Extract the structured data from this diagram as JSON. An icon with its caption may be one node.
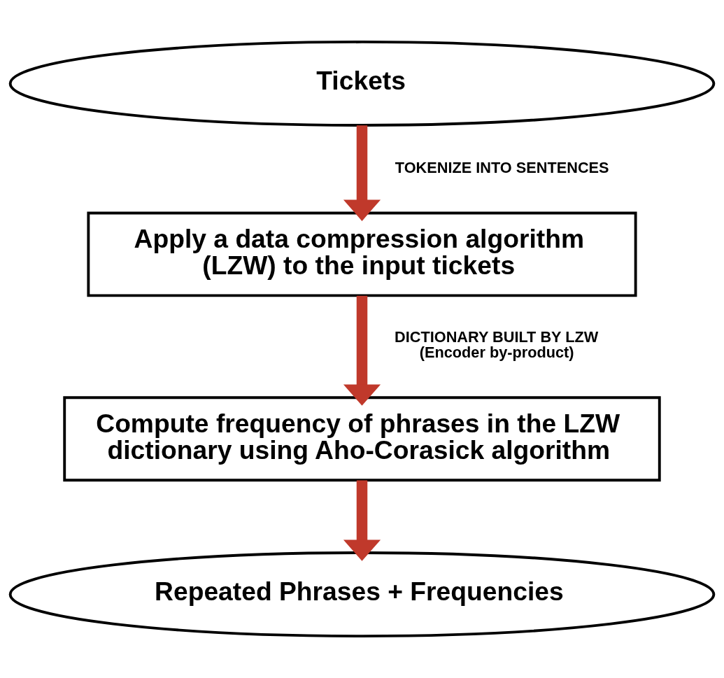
{
  "diagram": {
    "nodes": [
      {
        "text": [
          "Tickets"
        ]
      },
      {
        "text": [
          "Apply a data compression algorithm (LZW) to the input tickets"
        ]
      },
      {
        "text": [
          "Compute frequency of phrases in the LZW dictionary using Aho-Corasick algorithm"
        ]
      },
      {
        "text": [
          "Repeated Phrases + Frequencies"
        ]
      }
    ],
    "edges": [
      {
        "from": 0,
        "to": 1,
        "arrow": "to",
        "label": "TOKENIZE INTO SENTENCES"
      },
      {
        "from": 1,
        "to": 2,
        "arrow": "to",
        "label": "DICTIONARY BUILT BY LZW (Encoder by-product)"
      },
      {
        "from": 2,
        "to": 3,
        "arrow": "to"
      }
    ]
  }
}
